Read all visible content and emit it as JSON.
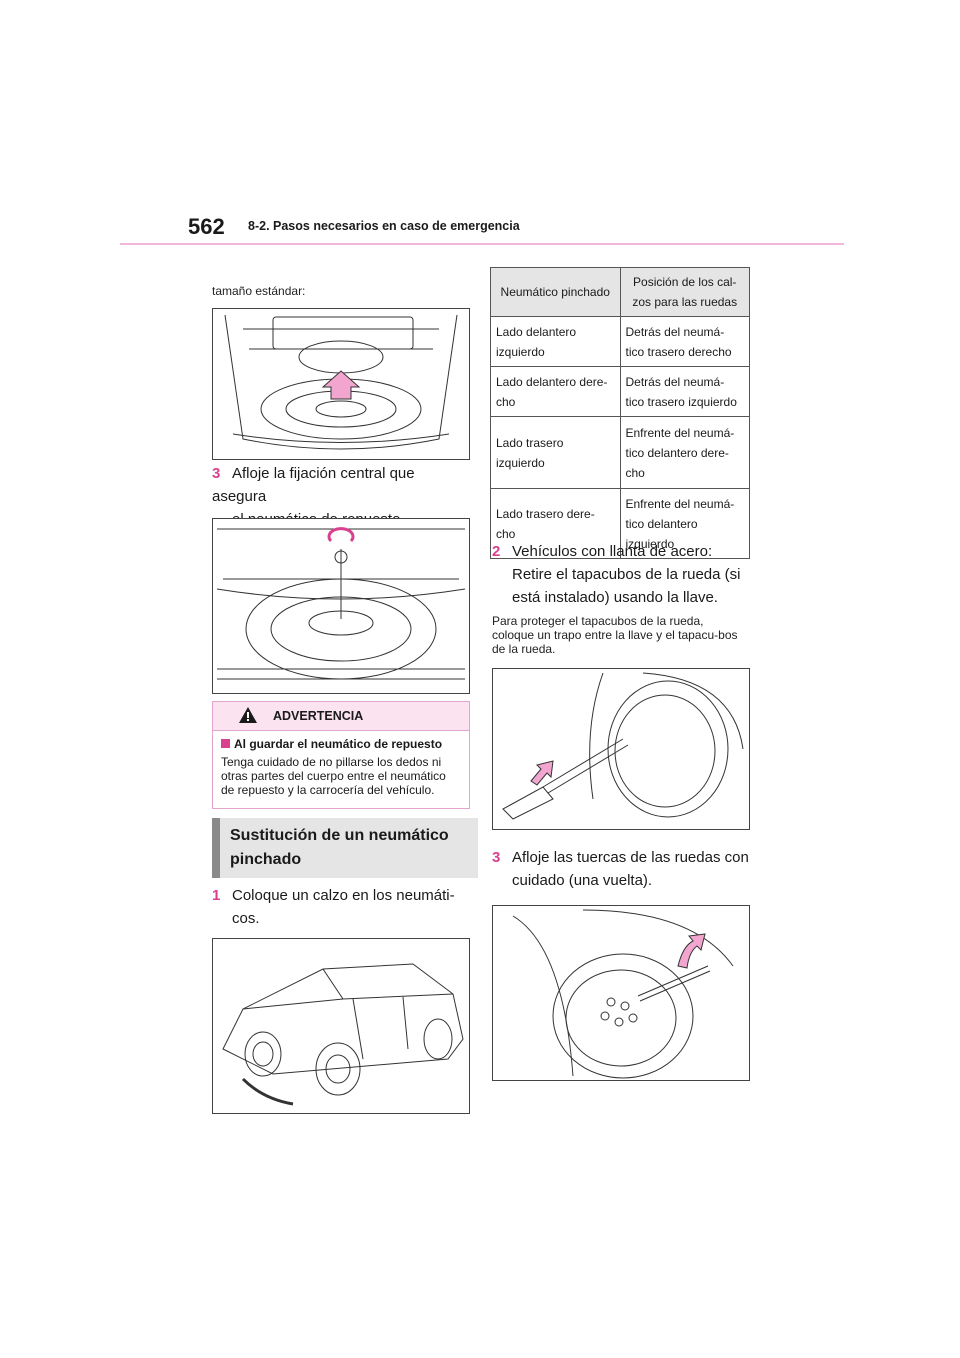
{
  "header": {
    "page_number": "562",
    "section_title": "8-2. Pasos necesarios en caso de emergencia"
  },
  "left": {
    "intro_text": "tamaño estándar:",
    "step_3": {
      "number": "3",
      "line1": "Afloje la fijación central que asegura",
      "line2": "el neumático de repuesto."
    },
    "warning": {
      "title": "ADVERTENCIA",
      "subtitle": "Al guardar el neumático de repuesto",
      "body": "Tenga cuidado de no pillarse los dedos ni otras partes del cuerpo entre el neumático de repuesto y la carrocería del vehículo."
    },
    "heading": {
      "line1": "Sustitución de un neumático",
      "line2": "pinchado"
    },
    "step_1": {
      "number": "1",
      "line1": "Coloque un calzo en los neumáti-",
      "line2": "cos."
    }
  },
  "right": {
    "table": {
      "headers": [
        "Neumático pinchado",
        "Posición de los cal-\nzos para las ruedas"
      ],
      "rows": [
        [
          "Lado delantero izquierdo",
          "Detrás del neumá-\ntico trasero derecho"
        ],
        [
          "Lado delantero dere-\ncho",
          "Detrás del neumá-\ntico trasero izquierdo"
        ],
        [
          "Lado trasero izquierdo",
          "Enfrente del neumá-\ntico delantero dere-\ncho"
        ],
        [
          "Lado trasero dere-\ncho",
          "Enfrente del neumá-\ntico delantero izquierdo"
        ]
      ]
    },
    "step_2": {
      "number": "2",
      "line1": "Vehículos con llanta de acero:",
      "line2": "Retire el tapacubos de la rueda (si",
      "line3": "está instalado) usando la llave."
    },
    "note": "Para proteger el tapacubos de la rueda, coloque un trapo entre la llave y el tapacu-bos de la rueda.",
    "step_3": {
      "number": "3",
      "line1": "Afloje las tuercas de las ruedas con",
      "line2": "cuidado (una vuelta)."
    }
  },
  "colors": {
    "accent": "#d9418f",
    "rule": "#f2b7dc",
    "arrow": "#f2a6cf",
    "heading_bg": "#e5e5e5"
  }
}
